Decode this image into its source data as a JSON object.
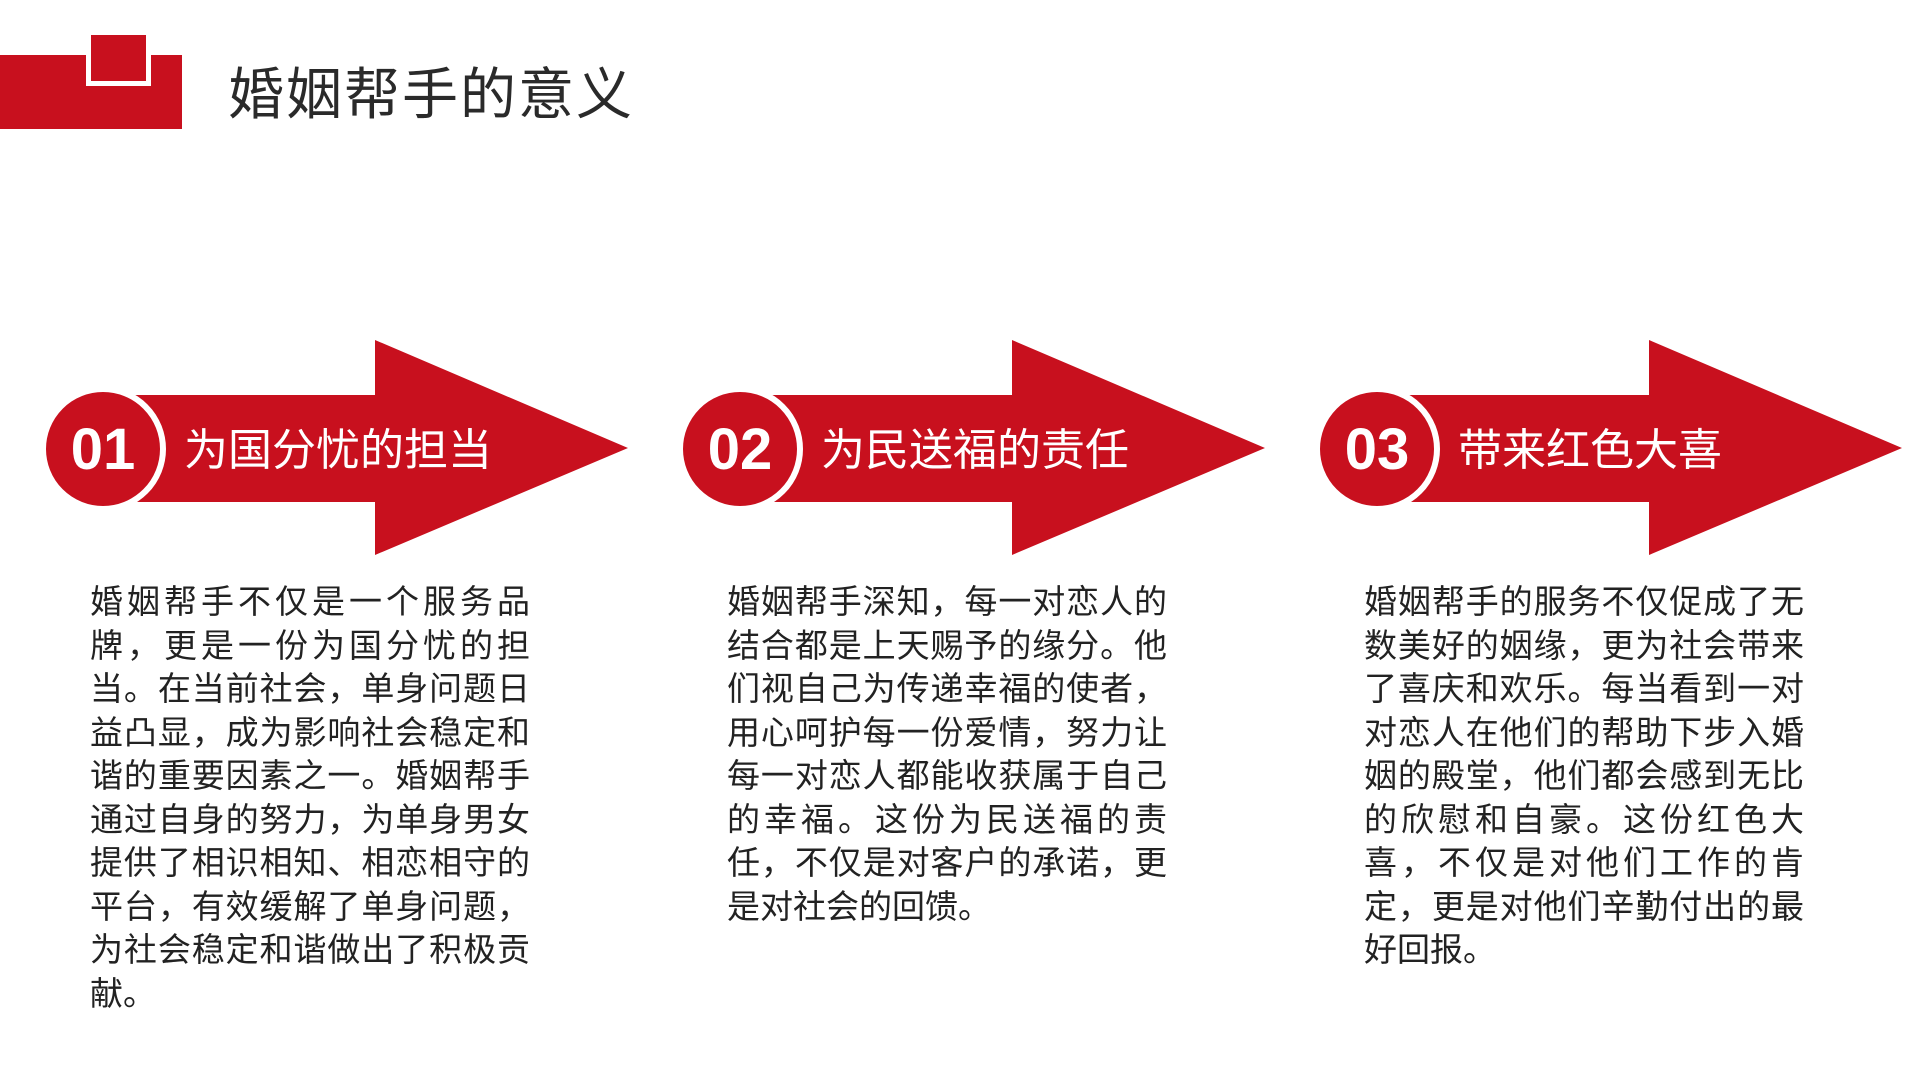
{
  "header": {
    "title": "婚姻帮手的意义",
    "accent_color": "#c8101e"
  },
  "cards": [
    {
      "number": "01",
      "title": "为国分忧的担当",
      "body": "婚姻帮手不仅是一个服务品牌，更是一份为国分忧的担当。在当前社会，单身问题日益凸显，成为影响社会稳定和谐的重要因素之一。婚姻帮手通过自身的努力，为单身男女提供了相识相知、相恋相守的平台，有效缓解了单身问题，为社会稳定和谐做出了积极贡献。"
    },
    {
      "number": "02",
      "title": "为民送福的责任",
      "body": "婚姻帮手深知，每一对恋人的结合都是上天赐予的缘分。他们视自己为传递幸福的使者，用心呵护每一份爱情，努力让每一对恋人都能收获属于自己的幸福。这份为民送福的责任，不仅是对客户的承诺，更是对社会的回馈。"
    },
    {
      "number": "03",
      "title": "带来红色大喜",
      "body": "婚姻帮手的服务不仅促成了无数美好的姻缘，更为社会带来了喜庆和欢乐。每当看到一对对恋人在他们的帮助下步入婚姻的殿堂，他们都会感到无比的欣慰和自豪。这份红色大喜，不仅是对他们工作的肯定，更是对他们辛勤付出的最好回报。"
    }
  ]
}
